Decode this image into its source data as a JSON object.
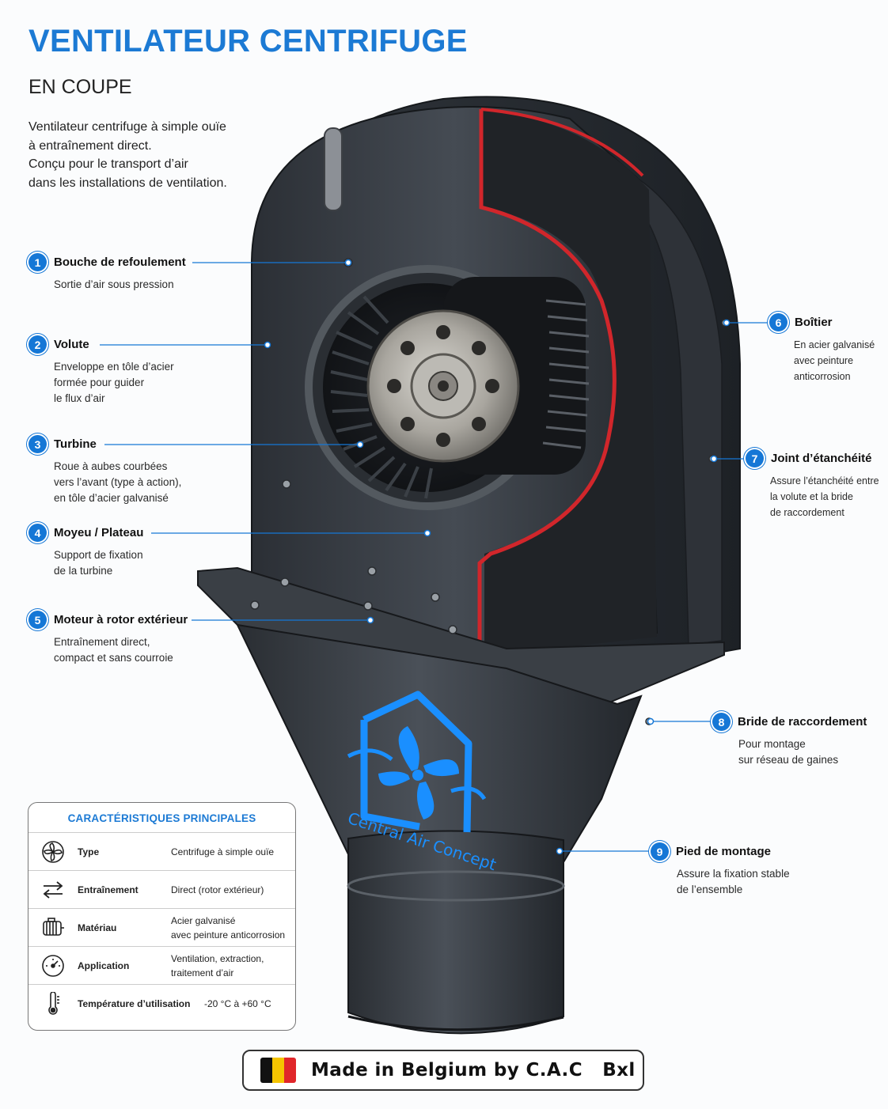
{
  "header": {
    "title": "VENTILATEUR CENTRIFUGE",
    "subtitle": "EN COUPE",
    "intro_lines": [
      "Ventilateur centrifuge à simple ouïe",
      "à entraînement direct.",
      "Conçu pour le transport d’air",
      "dans les installations de ventilation."
    ]
  },
  "callouts": [
    {
      "number": "1",
      "title": "Bouche de refoulement",
      "lines": [
        "Sortie d’air sous pression"
      ]
    },
    {
      "number": "2",
      "title": "Volute",
      "lines": [
        "Enveloppe en tôle d’acier",
        "formée pour guider",
        "le flux d’air"
      ]
    },
    {
      "number": "3",
      "title": "Turbine",
      "lines": [
        "Roue à aubes courbées",
        "vers l’avant (type à action),",
        "en tôle d’acier galvanisé"
      ]
    },
    {
      "number": "4",
      "title": "Moyeu / Plateau",
      "lines": [
        "Support de fixation",
        "de la turbine"
      ]
    },
    {
      "number": "5",
      "title": "Moteur à rotor extérieur",
      "lines": [
        "Entraînement direct,",
        "compact et sans courroie"
      ]
    },
    {
      "number": "6",
      "title": "Boîtier",
      "lines": [
        "En acier galvanisé",
        "avec peinture",
        "anticorrosion"
      ]
    },
    {
      "number": "7",
      "title": "Joint d’étanchéité",
      "lines": [
        "Assure l’étanchéité entre",
        "la volute et la bride",
        "de raccordement"
      ]
    },
    {
      "number": "8",
      "title": "Bride de raccordement",
      "lines": [
        "Pour montage",
        "sur réseau de gaines"
      ]
    },
    {
      "number": "9",
      "title": "Pied de montage",
      "lines": [
        "Assure la fixation stable",
        "de l’ensemble"
      ]
    }
  ],
  "logo": {
    "text": "Central Air Concept",
    "color": "#1a8fff"
  },
  "specs": {
    "title": "CARACTÉRISTIQUES PRINCIPALES",
    "rows": [
      {
        "icon": "fan-icon",
        "label": "Type",
        "value": [
          "Centrifuge à simple ouïe"
        ]
      },
      {
        "icon": "arrows-icon",
        "label": "Entraînement",
        "value": [
          "Direct (rotor extérieur)"
        ]
      },
      {
        "icon": "motor-icon",
        "label": "Matériau",
        "value": [
          "Acier galvanisé",
          "avec peinture anticorrosion"
        ]
      },
      {
        "icon": "gauge-icon",
        "label": "Application",
        "value": [
          "Ventilation, extraction,",
          "traitement d’air"
        ]
      },
      {
        "icon": "thermometer-icon",
        "label": "Température d’utilisation",
        "value": [
          "-20 °C à +60 °C"
        ]
      }
    ]
  },
  "footer": {
    "text": "Made in Belgium by C.A.C   Bxl",
    "flag_colors": [
      "#111111",
      "#f5c400",
      "#e0262a"
    ]
  },
  "colors": {
    "accent": "#1c7ad4",
    "badge": "#1577d6",
    "housing": "#3a3f46",
    "seal": "#d1262b"
  }
}
